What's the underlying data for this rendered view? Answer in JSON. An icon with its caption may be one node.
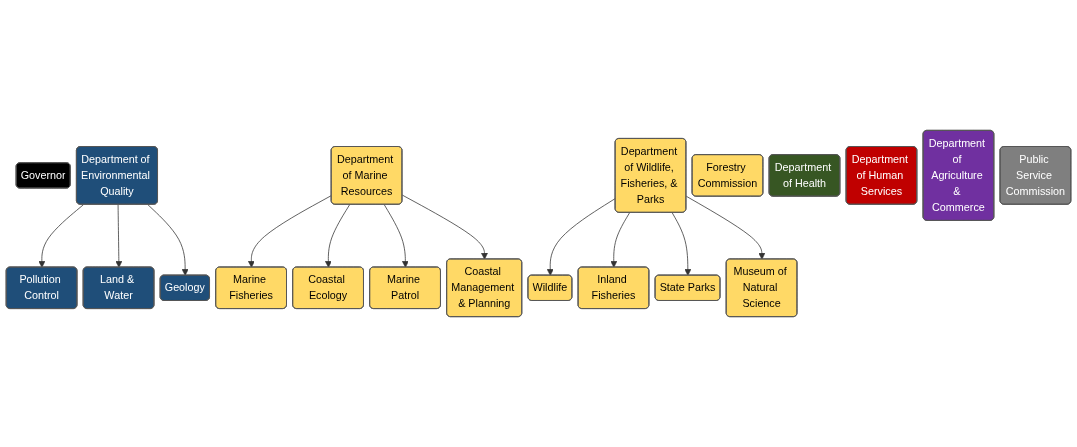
{
  "diagram": {
    "nodes": [
      {
        "text": [
          "Governor"
        ]
      },
      {
        "text": [
          "Department of Environmental Quality"
        ]
      },
      {
        "text": [
          "Department of Marine Resources"
        ]
      },
      {
        "text": [
          "Department of Wildlife, Fisheries, & Parks"
        ]
      },
      {
        "text": [
          "Forestry Commission"
        ]
      },
      {
        "text": [
          "Department of Health"
        ]
      },
      {
        "text": [
          "Department of Human Services"
        ]
      },
      {
        "text": [
          "Department of Agriculture & Commerce"
        ]
      },
      {
        "text": [
          "Public Service Commission"
        ]
      },
      {
        "text": [
          "Pollution Control"
        ]
      },
      {
        "text": [
          "Land & Water"
        ]
      },
      {
        "text": [
          "Geology"
        ]
      },
      {
        "text": [
          "Marine Fisheries"
        ]
      },
      {
        "text": [
          "Coastal Ecology"
        ]
      },
      {
        "text": [
          "Marine Patrol"
        ]
      },
      {
        "text": [
          "Coastal Management & Planning"
        ]
      },
      {
        "text": [
          "Wildlife"
        ]
      },
      {
        "text": [
          "Inland Fisheries"
        ]
      },
      {
        "text": [
          "State Parks"
        ]
      },
      {
        "text": [
          "Museum of Natural Science"
        ]
      }
    ],
    "edges": [
      {
        "from": 1,
        "to": 9,
        "arrow": "to"
      },
      {
        "from": 1,
        "to": 10,
        "arrow": "to"
      },
      {
        "from": 1,
        "to": 11,
        "arrow": "to"
      },
      {
        "from": 2,
        "to": 12,
        "arrow": "to"
      },
      {
        "from": 2,
        "to": 13,
        "arrow": "to"
      },
      {
        "from": 2,
        "to": 14,
        "arrow": "to"
      },
      {
        "from": 2,
        "to": 15,
        "arrow": "to"
      },
      {
        "from": 3,
        "to": 16,
        "arrow": "to"
      },
      {
        "from": 3,
        "to": 17,
        "arrow": "to"
      },
      {
        "from": 3,
        "to": 18,
        "arrow": "to"
      },
      {
        "from": 3,
        "to": 19,
        "arrow": "to"
      }
    ]
  }
}
